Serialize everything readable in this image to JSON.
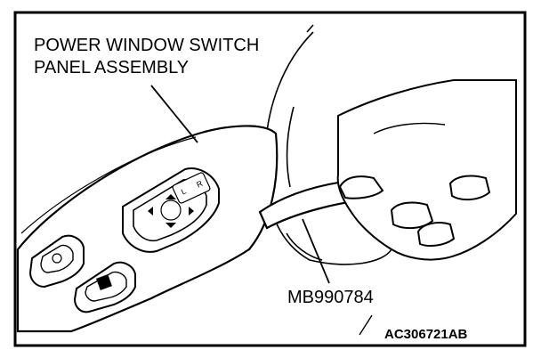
{
  "figure": {
    "callouts": {
      "assembly_line1": "POWER WINDOW SWITCH",
      "assembly_line2": "PANEL ASSEMBLY",
      "tool": "MB990784"
    },
    "figure_id": "AC306721AB"
  },
  "colors": {
    "ink": "#000000",
    "paper": "#ffffff"
  }
}
